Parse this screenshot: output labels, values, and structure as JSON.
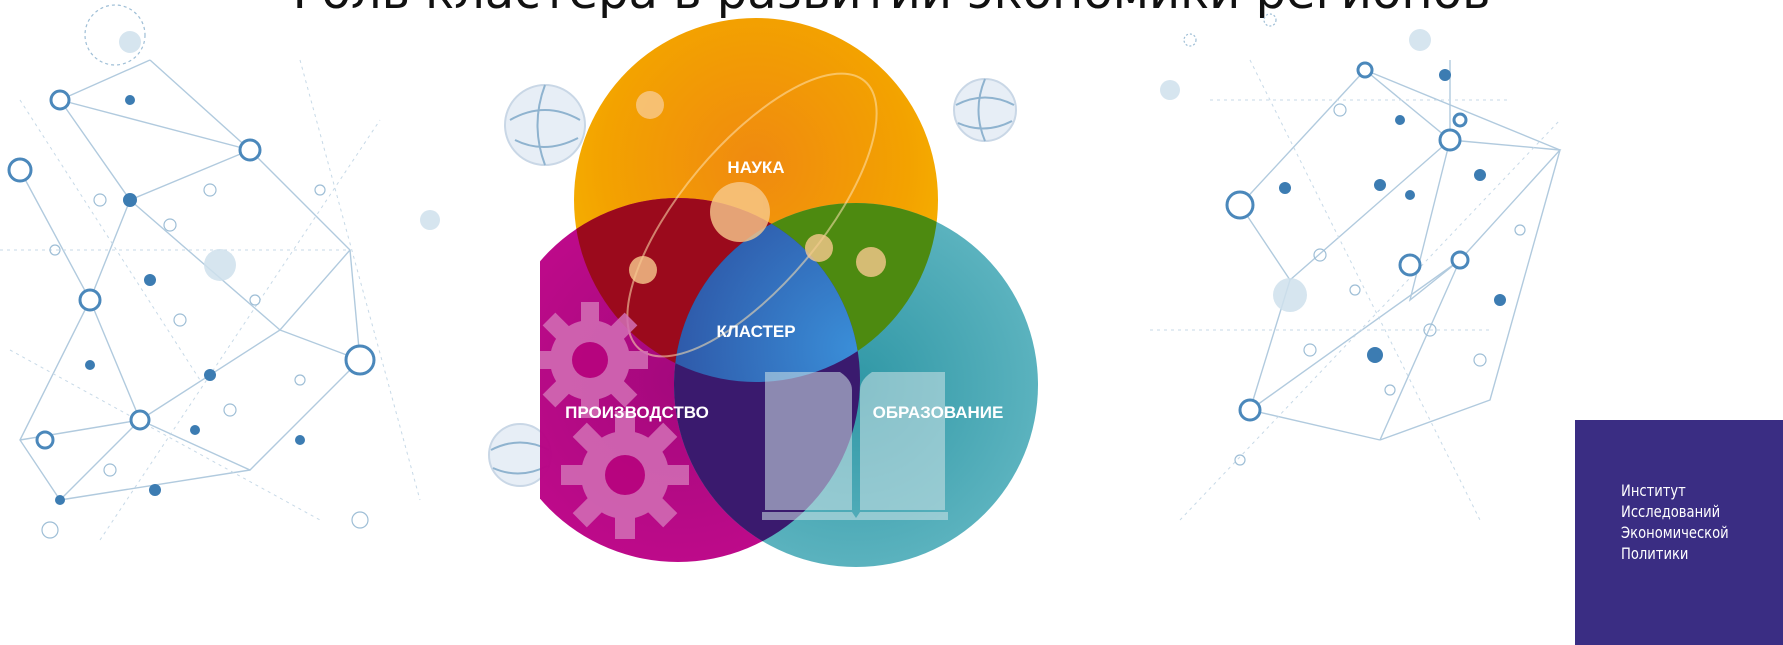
{
  "header": {
    "cut_off_title": "Роль кластера в развитии экономики регионов"
  },
  "diagram": {
    "circles": [
      {
        "label": "НАУКА",
        "color": "#f0a800"
      },
      {
        "label": "ПРОИЗВОДСТВО",
        "color": "#b8047e"
      },
      {
        "label": "ОБРАЗОВАНИЕ",
        "color": "#2c9aa8"
      }
    ],
    "center_label": "КЛАСТЕР",
    "production_icon": "gears-icon",
    "education_icon": "open-book-icon",
    "science_icon": "atom-orbit-icon"
  },
  "logo": {
    "lines": [
      "Институт",
      "Исследований",
      "Экономической",
      "Политики"
    ],
    "background": "#3a2d83"
  },
  "colors": {
    "network_lines": "#8fb3cf",
    "network_nodes": "#3b7fb5"
  }
}
